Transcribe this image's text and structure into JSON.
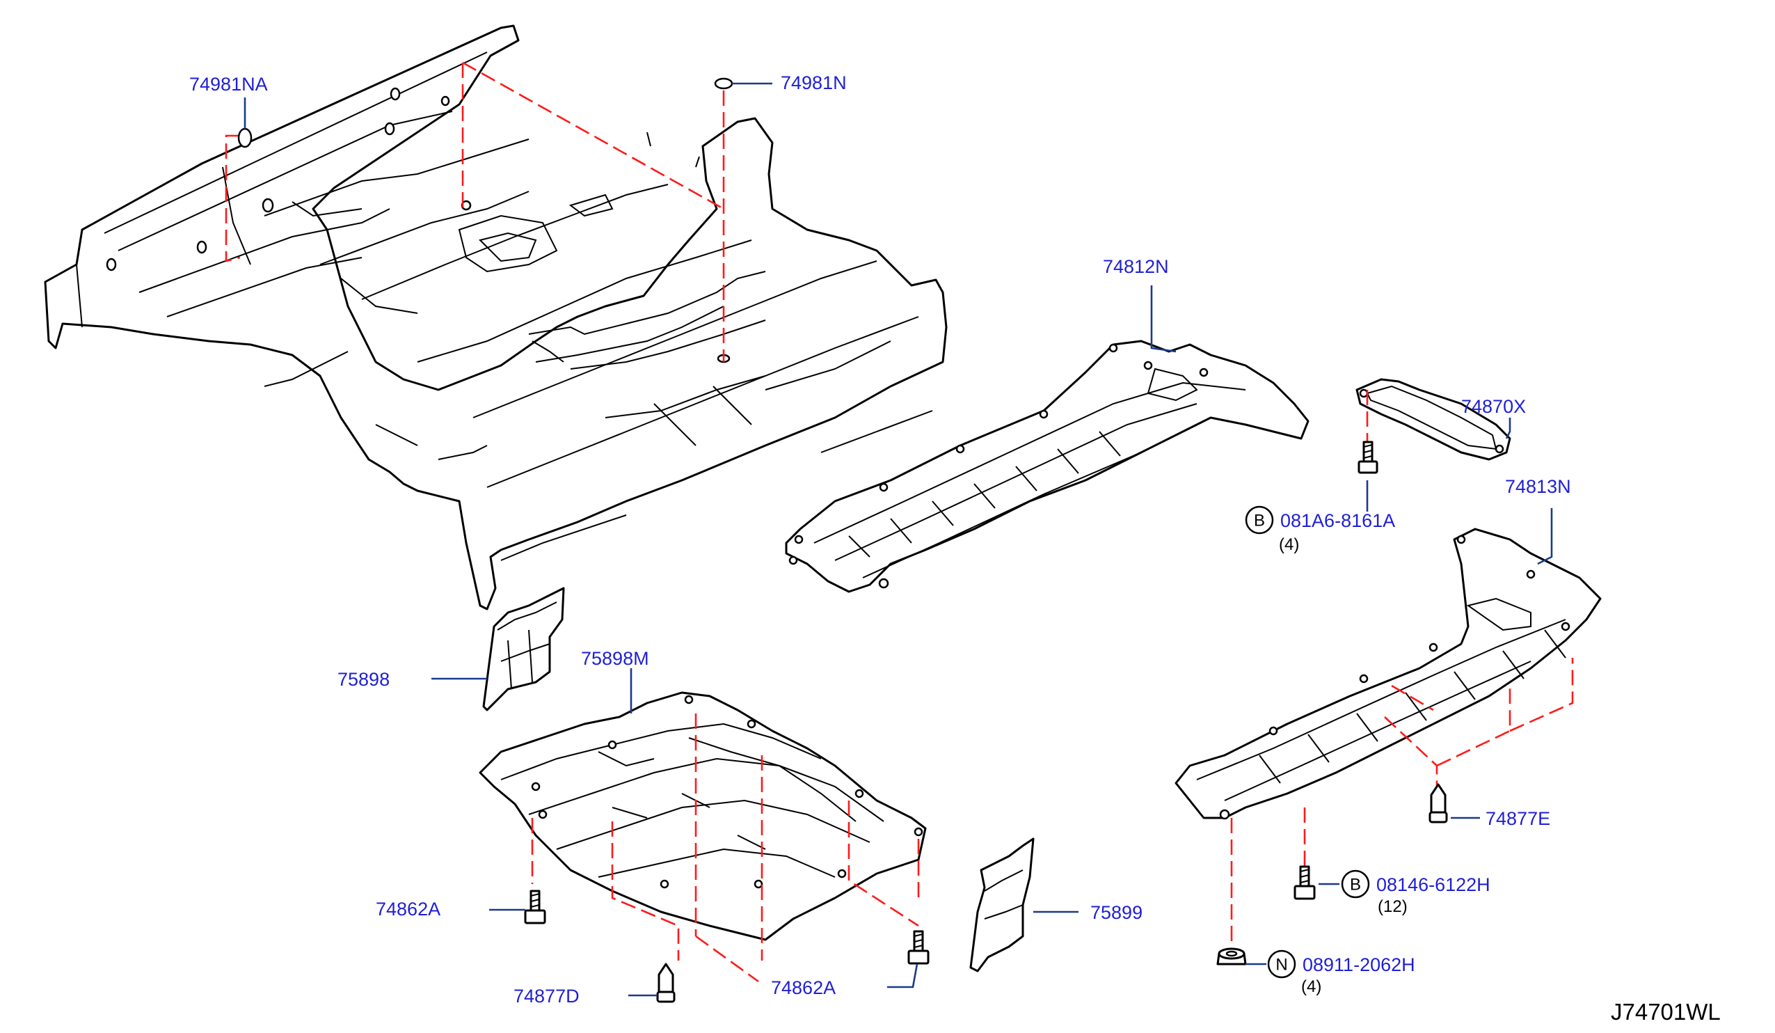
{
  "diagram_code": "J74701WL",
  "callouts": {
    "p74981NA": "74981NA",
    "p74981N": "74981N",
    "p74812N": "74812N",
    "p74870X": "74870X",
    "p74813N": "74813N",
    "p75898": "75898",
    "p75898M": "75898M",
    "p74862A_left": "74862A",
    "p74862A_bottom": "74862A",
    "p74877D": "74877D",
    "p75899": "75899",
    "p74877E": "74877E"
  },
  "fasteners": {
    "bolt_081A6": {
      "prefix": "B",
      "part_no": "081A6-8161A",
      "qty": "(4)"
    },
    "bolt_08146": {
      "prefix": "B",
      "part_no": "08146-6122H",
      "qty": "(12)"
    },
    "nut_08911": {
      "prefix": "N",
      "part_no": "08911-2062H",
      "qty": "(4)"
    }
  },
  "colors": {
    "part_number": "#1f1fd6",
    "reference_line": "#ff1a1a",
    "leader_line": "#1a3a8a",
    "outline": "#000000"
  }
}
